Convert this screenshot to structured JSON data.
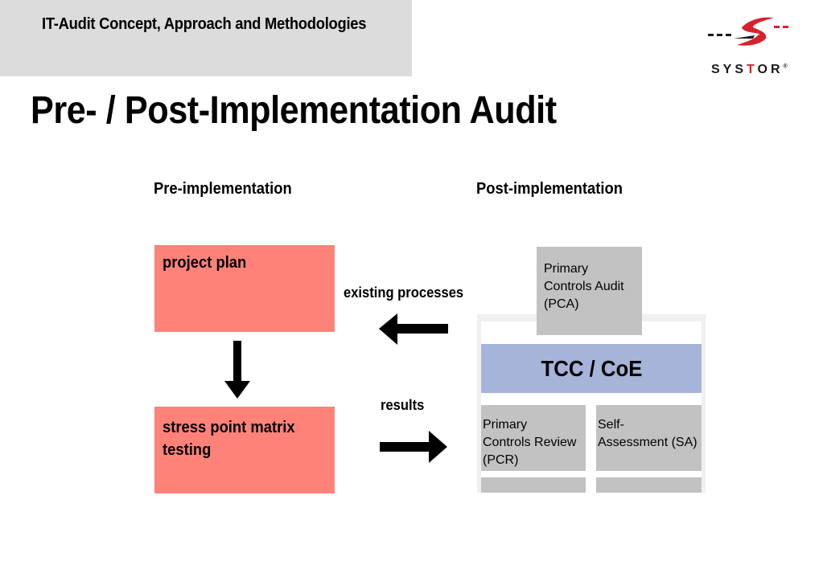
{
  "header": {
    "title": "IT-Audit Concept, Approach and Methodologies"
  },
  "logo": {
    "text_prefix": "SYS",
    "text_accent": "T",
    "text_suffix": "OR",
    "registered": "®",
    "accent_color": "#d9212e"
  },
  "page_title": "Pre- / Post-Implementation Audit",
  "columns": {
    "pre_heading": "Pre-implementation",
    "post_heading": "Post-implementation"
  },
  "pre": {
    "box1": "project plan",
    "box2": "stress point matrix testing"
  },
  "arrows": {
    "top_label": "existing processes",
    "bottom_label": "results"
  },
  "post": {
    "pca": [
      "Primary",
      "Controls Audit",
      "(PCA)"
    ],
    "center": "TCC / CoE",
    "pcr": [
      "Primary",
      "Controls Review",
      "(PCR)"
    ],
    "sa": [
      "Self-",
      "Assessment (SA)"
    ]
  },
  "colors": {
    "pink": "#ff8278",
    "grey": "#c2c2c2",
    "blue": "#a5b4d8",
    "header_bg": "#dcdcdc"
  }
}
